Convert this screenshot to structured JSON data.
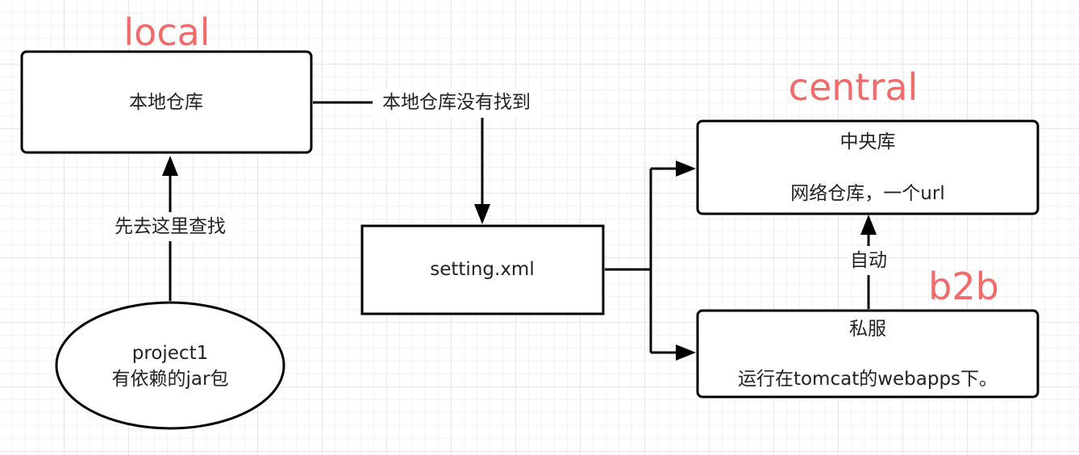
{
  "tags": {
    "local": "local",
    "central": "central",
    "b2b": "b2b"
  },
  "nodes": {
    "local_repo": "本地仓库",
    "project_line1": "project1",
    "project_line2": "有依赖的jar包",
    "settings": "setting.xml",
    "central_title": "中央库",
    "central_desc": "网络仓库，一个url",
    "private_title": "私服",
    "private_desc": "运行在tomcat的webapps下。"
  },
  "edges": {
    "project_to_local": "先去这里查找",
    "local_to_settings": "本地仓库没有找到",
    "private_to_central": "自动"
  }
}
